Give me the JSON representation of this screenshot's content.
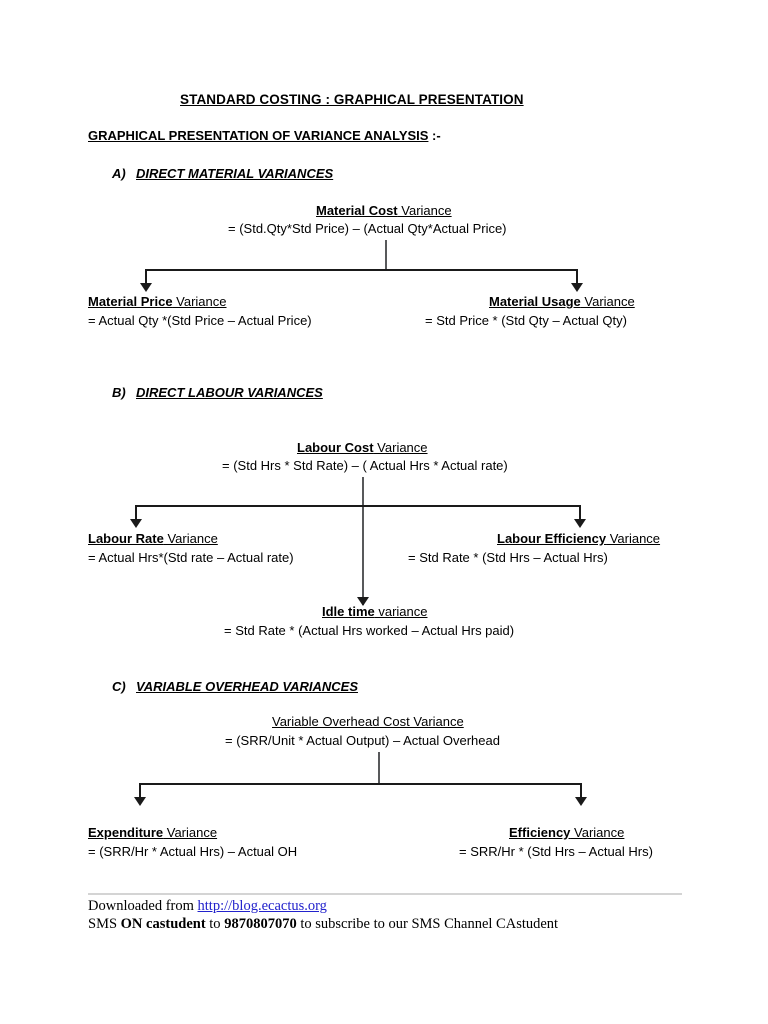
{
  "document": {
    "title": "STANDARD COSTING : GRAPHICAL PRESENTATION",
    "subtitle_underlined": "GRAPHICAL PRESENTATION OF VARIANCE ANALYSIS",
    "subtitle_tail": " :-"
  },
  "sections": [
    {
      "letter": "A)",
      "label": "DIRECT MATERIAL VARIANCES",
      "root": {
        "title_head": "Material Cost",
        "title_tail": " Variance",
        "formula": "=  (Std.Qty*Std Price) – (Actual Qty*Actual Price)"
      },
      "children": [
        {
          "title_head": "Material Price",
          "title_tail": " Variance",
          "formula": "= Actual Qty *(Std Price – Actual Price)"
        },
        {
          "title_head": "Material Usage",
          "title_tail": " Variance",
          "formula": "= Std Price * (Std Qty – Actual Qty)"
        }
      ]
    },
    {
      "letter": "B)",
      "label": "DIRECT LABOUR VARIANCES",
      "root": {
        "title_head": "Labour Cost",
        "title_tail": " Variance",
        "formula": "= (Std Hrs * Std Rate) – ( Actual Hrs * Actual rate)"
      },
      "children": [
        {
          "title_head": "Labour Rate",
          "title_tail": " Variance",
          "formula": "= Actual Hrs*(Std rate – Actual rate)"
        },
        {
          "title_head": "Labour Efficiency",
          "title_tail": " Variance",
          "formula": "= Std Rate * (Std Hrs – Actual Hrs)"
        },
        {
          "title_head": "Idle time",
          "title_tail": " variance",
          "formula": "= Std Rate * (Actual Hrs worked – Actual Hrs paid)"
        }
      ]
    },
    {
      "letter": "C)",
      "label": "VARIABLE OVERHEAD VARIANCES",
      "root": {
        "title_head": "Variable Overhead Cost Variance",
        "title_tail": "",
        "formula": "= (SRR/Unit * Actual Output) – Actual Overhead"
      },
      "children": [
        {
          "title_head": "Expenditure",
          "title_tail": " Variance",
          "formula": "= (SRR/Hr * Actual Hrs) – Actual OH"
        },
        {
          "title_head": "Efficiency",
          "title_tail": " Variance",
          "formula": "= SRR/Hr * (Std Hrs – Actual Hrs)"
        }
      ]
    }
  ],
  "footer": {
    "downloaded_prefix": "Downloaded from ",
    "url": "http://blog.ecactus.org",
    "sms_a": "SMS ",
    "sms_b": "ON castudent",
    "sms_c": " to ",
    "sms_d": "9870807070",
    "sms_e": " to subscribe to our SMS Channel CAstudent"
  },
  "colors": {
    "text": "#000000",
    "link": "#2222cc",
    "connector": "#1a1a1a",
    "stem": "#58595b",
    "rule": "#d4d4d4"
  }
}
